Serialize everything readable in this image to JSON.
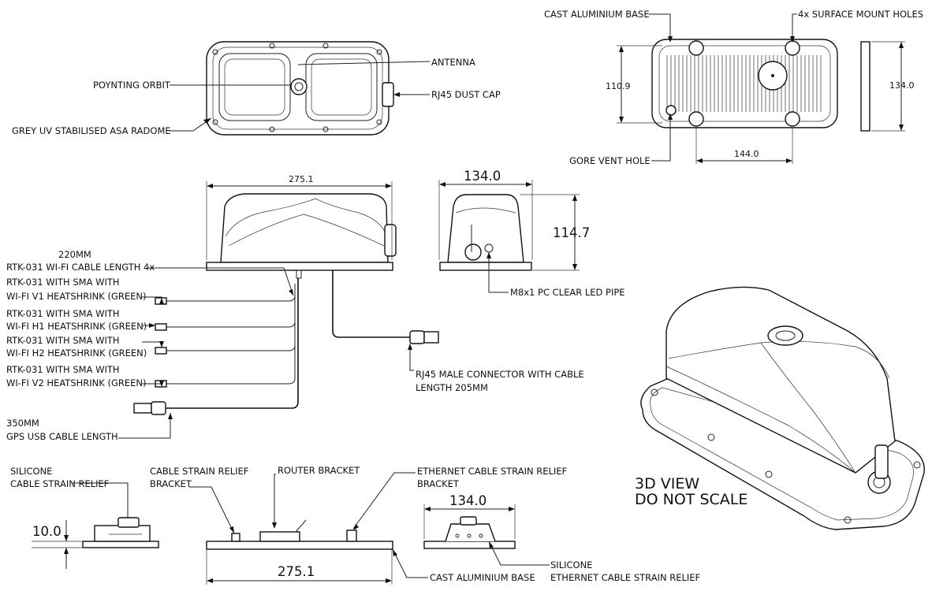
{
  "labels": {
    "antenna": "ANTENNA",
    "poynting_orbit": "POYNTING ORBIT",
    "rj45_dust_cap": "RJ45 DUST CAP",
    "radome": "GREY UV STABILISED ASA RADOME",
    "cast_base_top": "CAST ALUMINIUM BASE",
    "surface_holes": "4x SURFACE MOUNT HOLES",
    "gore_vent": "GORE VENT HOLE",
    "cable_length_mm": "220MM",
    "wifi_cable": "RTK-031 WI-FI CABLE LENGTH 4x",
    "v1_line1": "RTK-031 WITH SMA WITH",
    "v1_line2": "WI-FI V1 HEATSHRINK (GREEN)",
    "h1_line1": "RTK-031 WITH SMA WITH",
    "h1_line2": "WI-FI H1 HEATSHRINK (GREEN)",
    "h2_line1": "RTK-031 WITH SMA WITH",
    "h2_line2": "WI-FI H2 HEATSHRINK (GREEN)",
    "v2_line1": "RTK-031 WITH SMA WITH",
    "v2_line2": "WI-FI V2 HEATSHRINK (GREEN)",
    "usb_len": "350MM",
    "usb_cable": "GPS USB CABLE LENGTH",
    "led_pipe": "M8x1 PC CLEAR LED PIPE",
    "rj45_line1": "RJ45 MALE CONNECTOR WITH CABLE",
    "rj45_line2": "LENGTH 205MM",
    "silicone_l1": "SILICONE",
    "silicone_l2": "CABLE STRAIN RELIEF",
    "csr_l1": "CABLE STRAIN RELIEF",
    "csr_l2": "BRACKET",
    "router_bracket": "ROUTER BRACKET",
    "eth_l1": "ETHERNET CABLE STRAIN RELIEF",
    "eth_l2": "BRACKET",
    "silicone_eth_l1": "SILICONE",
    "silicone_eth_l2": "ETHERNET CABLE STRAIN RELIEF",
    "cast_base_bottom": "CAST ALUMINIUM BASE",
    "view3d_l1": "3D VIEW",
    "view3d_l2": "DO NOT SCALE"
  },
  "dimensions": {
    "base_height": "110.9",
    "side_height": "134.0",
    "hole_spacing": "144.0",
    "front_width": "275.1",
    "side_width": "134.0",
    "side_elev_height": "114.7",
    "plate_thickness": "10.0",
    "bottom_side_width": "134.0",
    "bottom_front_width": "275.1"
  }
}
